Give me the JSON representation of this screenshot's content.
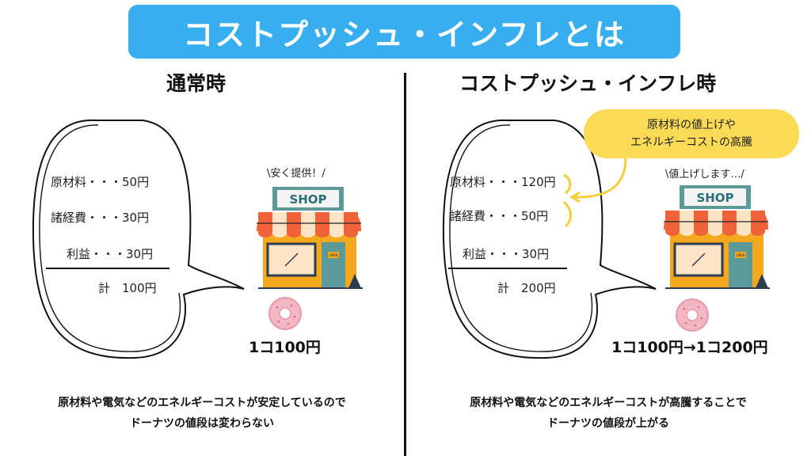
{
  "title": "コストプッシュ・インフレとは",
  "left": {
    "heading": "通常時",
    "costs": [
      {
        "label": "原材料・・・50円"
      },
      {
        "label": "諸経費・・・30円"
      },
      {
        "label": "利益・・・30円"
      }
    ],
    "total": "計　100円",
    "shout": "\\安く提供！/",
    "price": "1コ100円",
    "caption": [
      "原材料や電気などのエネルギーコストが安定しているので",
      "ドーナツの値段は変わらない"
    ]
  },
  "right": {
    "heading": "コストプッシュ・インフレ時",
    "costs": [
      {
        "label": "原材料・・・120円"
      },
      {
        "label": "諸経費・・・50円"
      },
      {
        "label": "利益・・・30円"
      }
    ],
    "total": "計　200円",
    "note": [
      "原材料の値上げや",
      "エネルギーコストの高騰"
    ],
    "shout": "\\値上げします…/",
    "price": "1コ100円→1コ200円",
    "caption": [
      "原材料や電気などのエネルギーコストが高騰することで",
      "ドーナツの値段が上がる"
    ]
  },
  "shop": {
    "sign": "SHOP",
    "door_sign": "OPEN"
  },
  "colors": {
    "banner": "#37aef0",
    "note": "#fbdb55",
    "awning_red": "#f0623a",
    "awning_cream": "#fbe3c4",
    "shop_body": "#f4a81c",
    "sign_teal": "#5b9a98",
    "donut": "#f3b6c3"
  }
}
